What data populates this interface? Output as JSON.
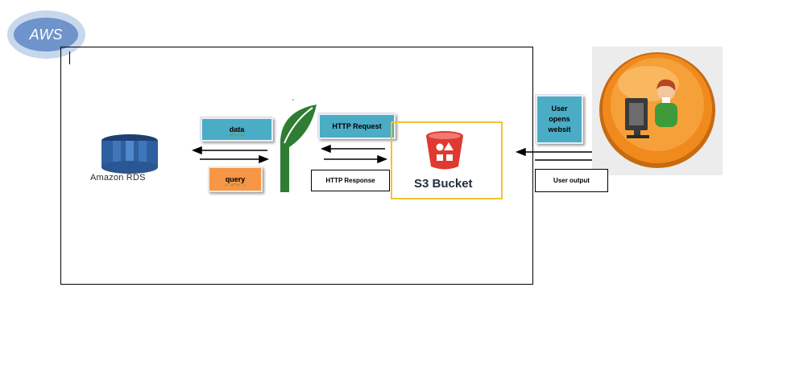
{
  "aws_badge": {
    "label": "AWS"
  },
  "rds": {
    "label": "Amazon RDS"
  },
  "links": {
    "data": "data",
    "query": "query",
    "http_request": "HTTP Request",
    "http_response": "HTTP Response",
    "user_opens": "User opens websit",
    "user_output": "User output"
  },
  "s3": {
    "label": "S3 Bucket"
  },
  "colors": {
    "cyan": "#4bacc6",
    "orange": "#f79646",
    "rds_blue": "#2e5f9e",
    "leaf_green": "#2e7d32",
    "s3_red": "#e0392f",
    "s3_border": "#f2c230"
  },
  "icons": [
    "amazon-rds-icon",
    "flask-leaf-icon",
    "s3-bucket-icon",
    "user-computer-icon"
  ]
}
